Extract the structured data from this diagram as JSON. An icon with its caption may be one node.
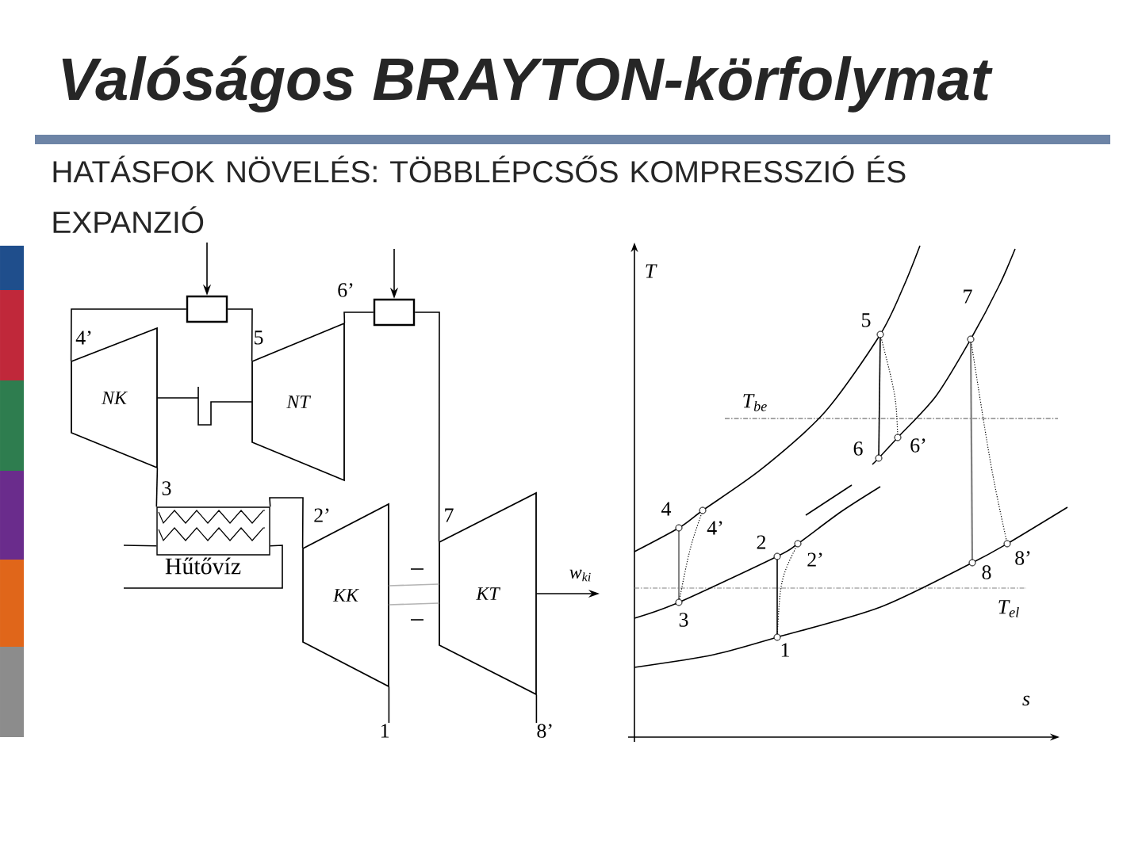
{
  "diagram": {
    "title": "Valóságos BRAYTON-körfolymat",
    "caption": "HATÁSFOK NÖVELÉS: TÖBBLÉPCSŐS KOMPRESSZIÓ ÉS EXPANZIÓ",
    "nodes": [
      {
        "text": [],
        "shape": "box"
      },
      {
        "text": [
          "NK"
        ]
      },
      {
        "text": [
          "NT"
        ]
      },
      {
        "text": [],
        "shape": "box"
      },
      {
        "text": [],
        "shape": "box"
      },
      {
        "text": [
          "KK"
        ]
      },
      {
        "text": [
          "KT"
        ]
      },
      {
        "text": [
          "1"
        ]
      },
      {
        "text": [
          "8’"
        ]
      }
    ],
    "edges": [
      {
        "from": null,
        "to": 0,
        "arrow": "to"
      },
      {
        "from": null,
        "to": 3,
        "arrow": "to"
      },
      {
        "from": 1,
        "to": 0,
        "arrow": "none"
      },
      {
        "from": 0,
        "to": 2,
        "arrow": "none"
      },
      {
        "from": 2,
        "to": 3,
        "arrow": "none"
      },
      {
        "from": 3,
        "to": 6,
        "arrow": "none"
      },
      {
        "from": 1,
        "to": 2,
        "arrow": "none"
      },
      {
        "from": 5,
        "to": 4,
        "arrow": "none"
      },
      {
        "from": 4,
        "to": 1,
        "arrow": "none"
      },
      {
        "from": 5,
        "to": 6,
        "arrow": "none",
        "color": "#b4b4b4"
      },
      {
        "from": 7,
        "to": 5,
        "arrow": "none"
      },
      {
        "from": 6,
        "to": 8,
        "arrow": "none"
      },
      {
        "from": 6,
        "to": null,
        "arrow": "to",
        "label": "w$_{ki}$"
      },
      {
        "from": null,
        "to": 4,
        "arrow": "none"
      },
      {
        "from": 4,
        "to": null,
        "arrow": "none"
      }
    ],
    "labels": [
      "6’",
      "4’",
      "5",
      "3",
      "2’",
      "7",
      "Hűtővíz",
      "T",
      "7",
      "5",
      "T$_{be}$",
      "6",
      "6’",
      "4",
      "4’",
      "2",
      "2’",
      "8",
      "8’",
      "3",
      "T$_{el}$",
      "1",
      "s"
    ]
  }
}
